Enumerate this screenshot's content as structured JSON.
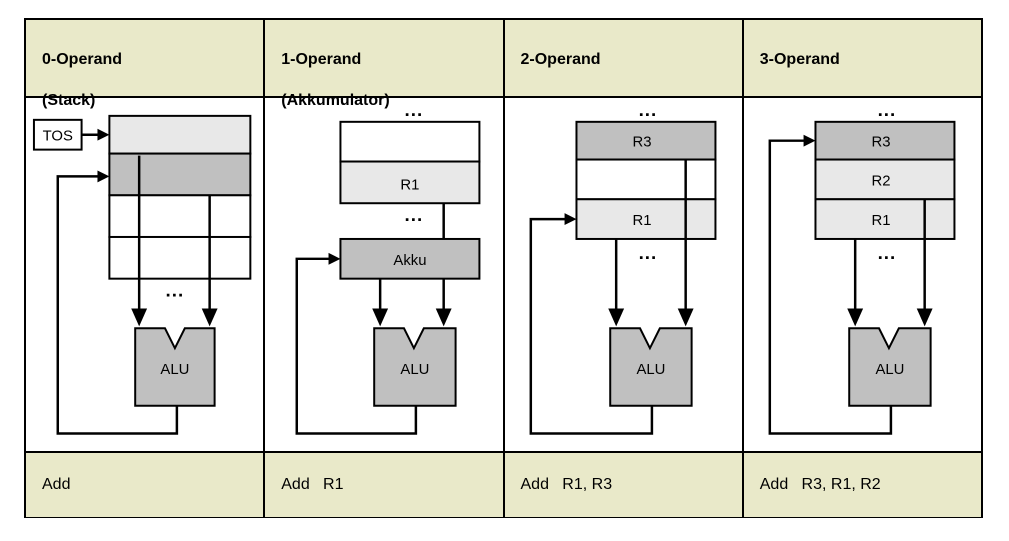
{
  "figure": {
    "title_visible": false,
    "columns": [
      {
        "id": "zero-operand",
        "header_line1": "0-Operand",
        "header_line2": "(Stack)",
        "instruction": "Add",
        "diagram": {
          "kind": "stack",
          "pointer_label": "TOS",
          "alu_label": "ALU",
          "ellipsis": "...",
          "cells": [
            {
              "label": "",
              "fill": "#e8e8e8"
            },
            {
              "label": "",
              "fill": "#c0c0c0"
            },
            {
              "label": "",
              "fill": "#ffffff"
            },
            {
              "label": "",
              "fill": "#ffffff"
            }
          ]
        }
      },
      {
        "id": "one-operand",
        "header_line1": "1-Operand",
        "header_line2": "(Akkumulator)",
        "instruction": "Add   R1",
        "diagram": {
          "kind": "accumulator",
          "accumulator_label": "Akku",
          "alu_label": "ALU",
          "ellipsis": "...",
          "cells": [
            {
              "label": "",
              "fill": "#ffffff"
            },
            {
              "label": "R1",
              "fill": "#e8e8e8"
            }
          ]
        }
      },
      {
        "id": "two-operand",
        "header_line1": "2-Operand",
        "header_line2": "",
        "instruction": "Add   R1, R3",
        "diagram": {
          "kind": "registers",
          "alu_label": "ALU",
          "ellipsis": "...",
          "cells": [
            {
              "label": "R3",
              "fill": "#c0c0c0"
            },
            {
              "label": "",
              "fill": "#ffffff"
            },
            {
              "label": "R1",
              "fill": "#e8e8e8"
            }
          ]
        }
      },
      {
        "id": "three-operand",
        "header_line1": "3-Operand",
        "header_line2": "",
        "instruction": "Add   R3, R1, R2",
        "diagram": {
          "kind": "registers",
          "alu_label": "ALU",
          "ellipsis": "...",
          "cells": [
            {
              "label": "R3",
              "fill": "#c0c0c0"
            },
            {
              "label": "R2",
              "fill": "#e8e8e8"
            },
            {
              "label": "R1",
              "fill": "#e8e8e8"
            }
          ]
        }
      }
    ],
    "colors": {
      "header_background": "#e9e9c9",
      "instruction_background": "#e9e9c9",
      "page_background": "#ffffff",
      "border": "#000000",
      "fill_dark_gray": "#c0c0c0",
      "fill_light_gray": "#e8e8e8",
      "fill_white": "#ffffff",
      "alu_fill": "#c0c0c0"
    }
  }
}
